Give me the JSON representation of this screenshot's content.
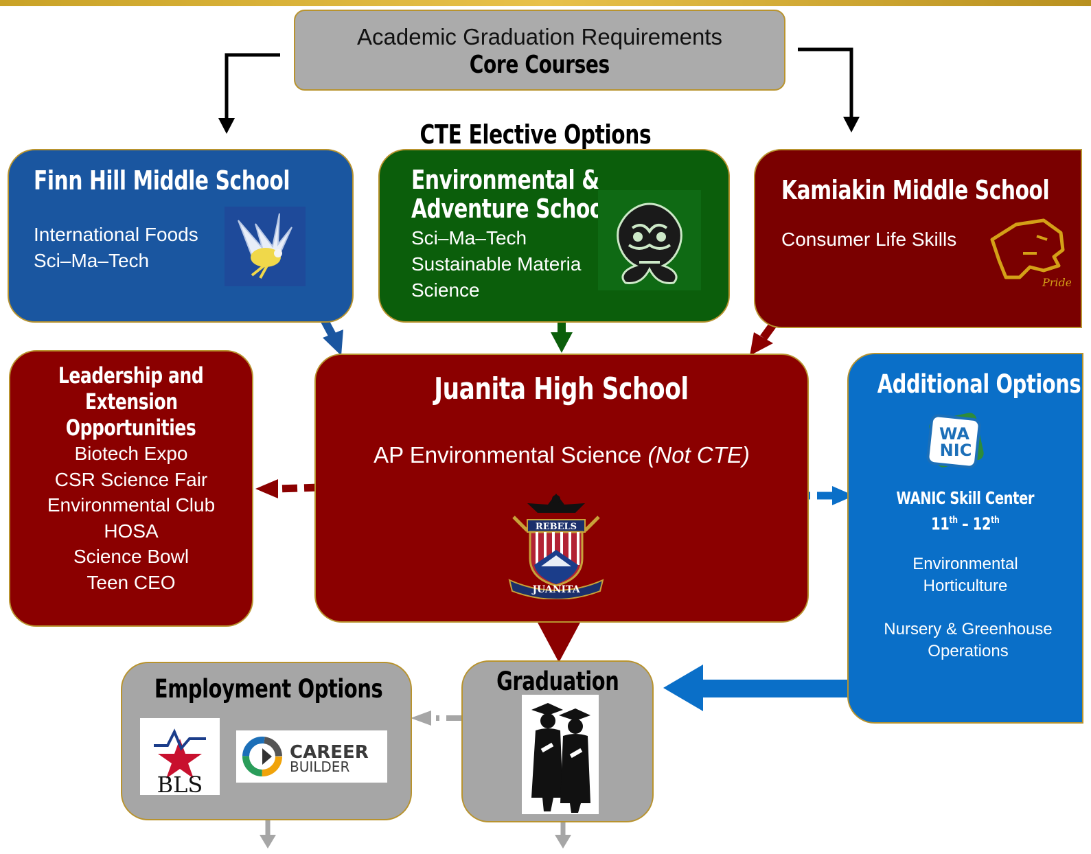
{
  "header": {
    "title": "Academic Graduation Requirements",
    "subtitle": "Core Courses"
  },
  "cte_label": "CTE Elective Options",
  "finn_hill": {
    "title": "Finn Hill Middle School",
    "courses": [
      "International Foods",
      "Sci–Ma–Tech"
    ],
    "logo": "eagle-logo"
  },
  "environmental": {
    "title_line1": "Environmental &",
    "title_line2": "Adventure School",
    "courses": [
      "Sci–Ma–Tech",
      "Sustainable Materia",
      "Science"
    ],
    "logo": "butterfly-logo"
  },
  "kamiakin": {
    "title": "Kamiakin Middle School",
    "courses": [
      "Consumer Life Skills"
    ],
    "logo": "cougar-logo",
    "logo_text": "Pride"
  },
  "leadership": {
    "title_line1": "Leadership and",
    "title_line2": "Extension",
    "title_line3": "Opportunities",
    "items": [
      "Biotech Expo",
      "CSR Science Fair",
      "Environmental Club",
      "HOSA",
      "Science Bowl",
      "Teen CEO"
    ]
  },
  "juanita": {
    "title": "Juanita High School",
    "course": "AP Environmental Science",
    "course_note": "(Not CTE)",
    "logo": "rebels-crest",
    "crest_top": "REBELS",
    "crest_bottom": "JUANITA"
  },
  "additional": {
    "title": "Additional Options",
    "logo_line1": "WA",
    "logo_line2": "NIC",
    "center_name": "WANIC Skill Center",
    "grades_a": "11",
    "grades_a_sup": "th",
    "grades_sep": " – ",
    "grades_b": "12",
    "grades_b_sup": "th",
    "program1_line1": "Environmental",
    "program1_line2": "Horticulture",
    "program2_line1": "Nursery & Greenhouse",
    "program2_line2": "Operations"
  },
  "employment": {
    "title": "Employment Options",
    "logo1": "BLS",
    "logo2_line1": "CAREER",
    "logo2_line2": "BUILDER"
  },
  "graduation": {
    "title": "Graduation",
    "logo": "graduates-icon"
  },
  "colors": {
    "blue": "#1a56a0",
    "green": "#0b5e0b",
    "maroon": "#8b0000",
    "bright_blue": "#0a6fc8",
    "grey": "#a6a6a6",
    "gold_border": "#b8932e"
  }
}
